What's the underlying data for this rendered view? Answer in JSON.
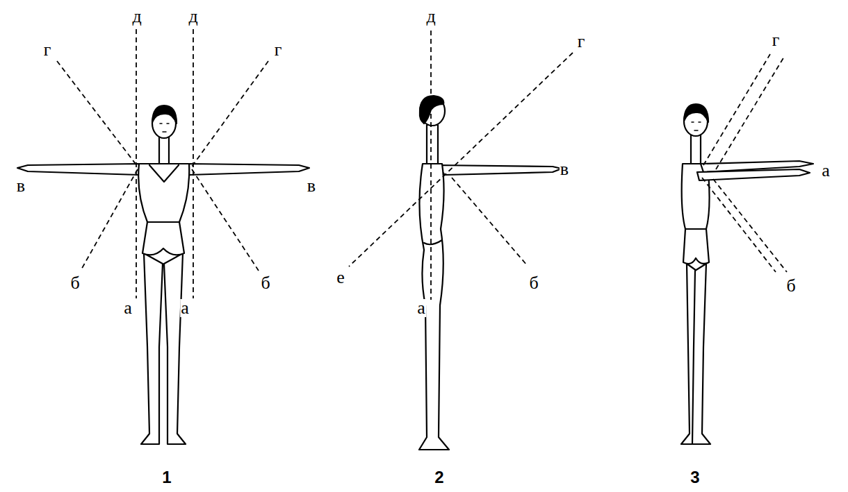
{
  "diagram": {
    "labels": [
      "д",
      "д",
      "г",
      "г",
      "в",
      "в",
      "б",
      "б",
      "а",
      "а",
      "1",
      "д",
      "г",
      "в",
      "е",
      "а",
      "б",
      "2",
      "г",
      "а",
      "б",
      "3"
    ]
  }
}
